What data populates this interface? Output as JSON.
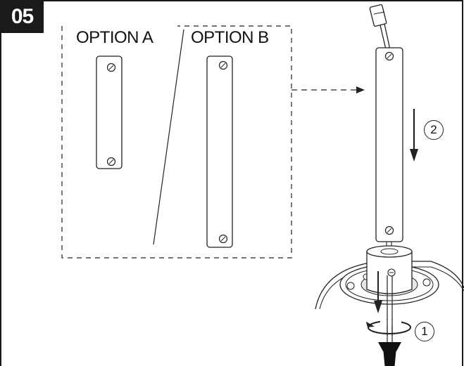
{
  "step": {
    "number": "05"
  },
  "options": {
    "a_label": "OPTION A",
    "b_label": "OPTION B"
  },
  "steps": {
    "one": "1",
    "two": "2"
  },
  "colors": {
    "ink": "#1a1a1a",
    "paper": "#ffffff"
  }
}
